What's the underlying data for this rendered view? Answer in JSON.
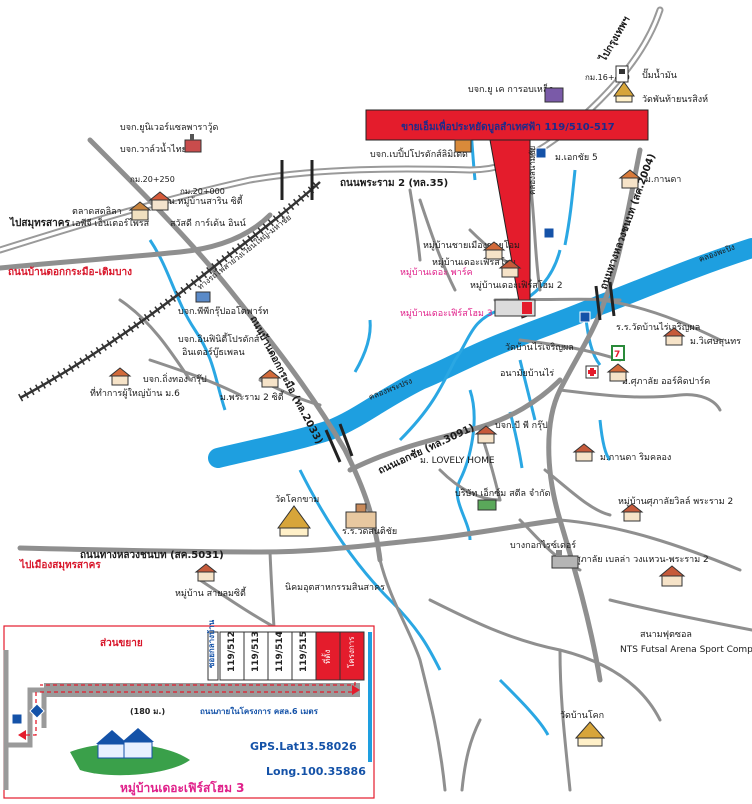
{
  "colors": {
    "road": "#8f8f8f",
    "road_main": "#9a9a9a",
    "river": "#1e9fe0",
    "canal": "#2aa7e3",
    "accent_red": "#e41c2c",
    "pink_text": "#e0208a",
    "blue_text": "#1452a8",
    "rail": "#333333"
  },
  "banner": {
    "text": "ขายเอ็มเพื่อประหยัดบูลสำเทศฟ้า 119/510-517"
  },
  "roads": {
    "rama2": "ถนนพระราม 2 (ทล.35)",
    "kalaburi": "ถนนบ้านดอกกระมือ-เติมบาง",
    "kalaburi_vertical": "ถนนบ้านดอกกระมือ (ทล.2033)",
    "ekachai": "ถนนเอกชัย (ทล.3091)",
    "luangchanbot": "ถนนทางหลวงชนบท (สค.5031)",
    "phetkasem": "ถนนทางหลวงชนบท (สค.2004)",
    "railway": "ทางรถไฟสายวงเวียนใหญ่-มหาชัย",
    "to_bangkok": "ไปกรุงเทพฯ",
    "to_samut": "ไปสมุทรสาคร",
    "to_samutsongkhram": "ไปเมืองสมุทรสาคร",
    "km_20_250": "กม.20+250",
    "km_20_000": "กม.20+000",
    "km_16_400": "กม.16+400",
    "canal_label": "คลองพระปรง",
    "canal_label2": "คลองสนามชัย",
    "canal_label3": "คลองพะปิง"
  },
  "places": {
    "unilever": "บจก.ยูนิเวอร์แซลพาราวู้ด",
    "watsonthai": "บจก.วาล์วน้ำไทย",
    "ujk": "บจก.ยู เค การอบเหล็ก",
    "bp": "บจก.เบปิ้ปโปรดักส์ลิมิเต็ด",
    "fuel": "ปั๊มน้ำมัน",
    "watphan": "วัดพันท้ายนรสิงห์",
    "ekachai5": "ม.เอกชัย 5",
    "kanda": "ม.กานดา",
    "talad": "ตลาดสดลิลา",
    "lbg": "เอพีจี เอ็นเตอร์ไพรส์",
    "sinn": "สน.หมู่บ้านสาริน ซิตี้",
    "sawadee": "สวัสดี การ์เด้น อินน์",
    "moonbaan": "หมู่บ้านชายเมืองซอยโอม",
    "moonbaan2": "หมู่บ้านเดอะเฟิร์สโฮม",
    "pink1": "หมู่บ้านเดอะ พาร์ค",
    "pink2": "หมู่บ้านเดอะเฟิร์สโฮม 3",
    "moonbaan3": "หมู่บ้านเดอะเฟิร์สโฮม 2",
    "rongrian": "ร.ร.วัดบ้านไร่เจริญผล",
    "phetkasem": "บจก.พีพีกรุ๊ปออโตพาร์ท",
    "infinity": "บจก.อินฟินิตี้โปรดักส์",
    "interbooth": "อินเตอร์บู๊ธเพลน",
    "tamchang": "บจก.ถิ่งทอง กรุ๊ป",
    "phuyai": "ที่ทำการผู้ใหญ่บ้าน ม.6",
    "rama2city": "ม.พระราม 2 ซิตี้",
    "wat_rai": "วัดบ้านไร่เจริญผล",
    "anamai": "อนามัยบ้านไร่",
    "saikam": "ม.วิเศษสุนทร",
    "mpuklai": "ม.ศุภาลัย ออร์คิดปาร์ค",
    "bppgroup": "บจก.บี พี กรุ๊ป",
    "lovely": "ม. LOVELY HOME",
    "kanda2": "ม.กานดา ริมคลอง",
    "ptrstc": "บริษัท เอ็กซ์ม สตีล จำกัด",
    "subali": "หมู่บ้านศุภาลัยวิลล์ พระราม 2",
    "bangkok_dec": "บางกอกไรซ์เดอร์",
    "wat_khok": "วัดโคกขาม",
    "school": "ร.ร.วัดสันติชัย",
    "saiyama": "หมู่บ้าน สายลมซิตี้",
    "nikom": "นิคมอุตสาหกรรมสินสาคร",
    "supalai_market": "ศูภาลัย เบลล่า วงแหวน-พระราม 2",
    "stadium": "สนามฟุตซอล",
    "nts": "NTS Futsal Arena Sport Complex",
    "wat_ban_khok": "วัดบ้านโคก"
  },
  "inset": {
    "title": "ส่วนขยาย",
    "plots": [
      "119/512",
      "119/513",
      "119/514",
      "119/515"
    ],
    "red_label_1": "ที่ตั้ง",
    "red_label_2": "โครงการ",
    "vertical_road": "ซอยกลางบ้าน",
    "distance": "(180 ม.)",
    "road_name": "ถนนภายในโครงการ คสล.6 เมตร",
    "gps_lat": "GPS.Lat13.58026",
    "gps_long": "Long.100.35886",
    "project_name": "หมู่บ้านเดอะเฟิร์สโฮม 3"
  }
}
